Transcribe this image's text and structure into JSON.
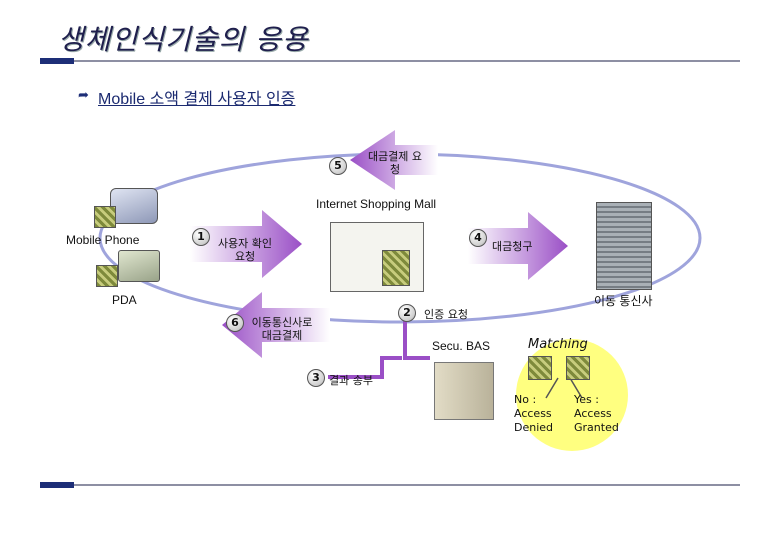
{
  "title": "생체인식기술의 응용",
  "subtitle": "Mobile 소액 결제 사용자 인증",
  "icons": {
    "bullet": "arrow-bullet-icon"
  },
  "colors": {
    "accent": "#1d2e77",
    "arrow_purple": "#9a4fc6",
    "ellipse": "#9fa4dc",
    "matching_bg": "#ffff80"
  },
  "nodes": {
    "mobile_phone": "Mobile Phone",
    "pda": "PDA",
    "shopping_mall": "Internet Shopping Mall",
    "carrier": "이동 통신사",
    "server": "Secu. BAS",
    "matching": "Matching"
  },
  "steps": [
    {
      "num": "1",
      "label": "사용자 확인 요청"
    },
    {
      "num": "2",
      "label": "인증 요청"
    },
    {
      "num": "3",
      "label": "결과 송부"
    },
    {
      "num": "4",
      "label": "대금청구"
    },
    {
      "num": "5",
      "label": "대금결제 요청"
    },
    {
      "num": "6",
      "label": "이동통신사로 대금결제"
    }
  ],
  "step_lines": {
    "s1": [
      "사용자 확인",
      "요청"
    ],
    "s5": [
      "대금결제 요",
      "청"
    ],
    "s6": [
      "이동통신사로",
      "대금결제"
    ]
  },
  "results": {
    "no": [
      "No :",
      "Access",
      "Denied"
    ],
    "yes": [
      "Yes :",
      "Access",
      "Granted"
    ]
  }
}
